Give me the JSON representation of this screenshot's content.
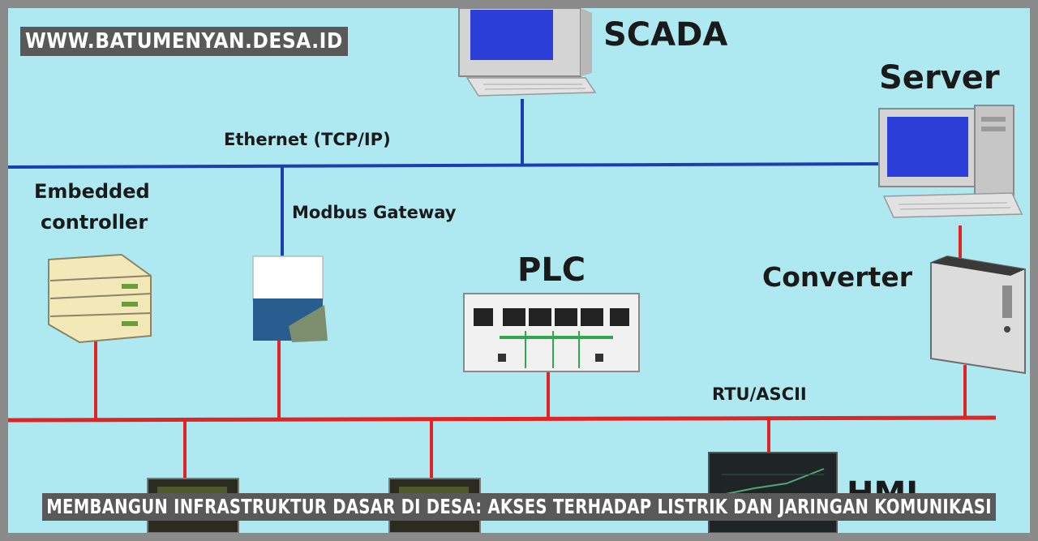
{
  "site": {
    "url": "WWW.BATUMENYAN.DESA.ID"
  },
  "title": "MEMBANGUN INFRASTRUKTUR DASAR DI DESA: AKSES TERHADAP LISTRIK DAN JARINGAN KOMUNIKASI",
  "diagram": {
    "nodes": {
      "scada": "SCADA",
      "server": "Server",
      "embedded": [
        "Embedded",
        "controller"
      ],
      "gateway": "Modbus Gateway",
      "plc": "PLC",
      "converter": "Converter",
      "hmi": "HMI"
    },
    "buses": {
      "ethernet": "Ethernet (TCP/IP)",
      "serial": "RTU/ASCII"
    },
    "colors": {
      "background": "#aee8f0",
      "ethernet_line": "#1a3fb0",
      "serial_line": "#e02424",
      "screen": "#2c3fd6"
    }
  }
}
